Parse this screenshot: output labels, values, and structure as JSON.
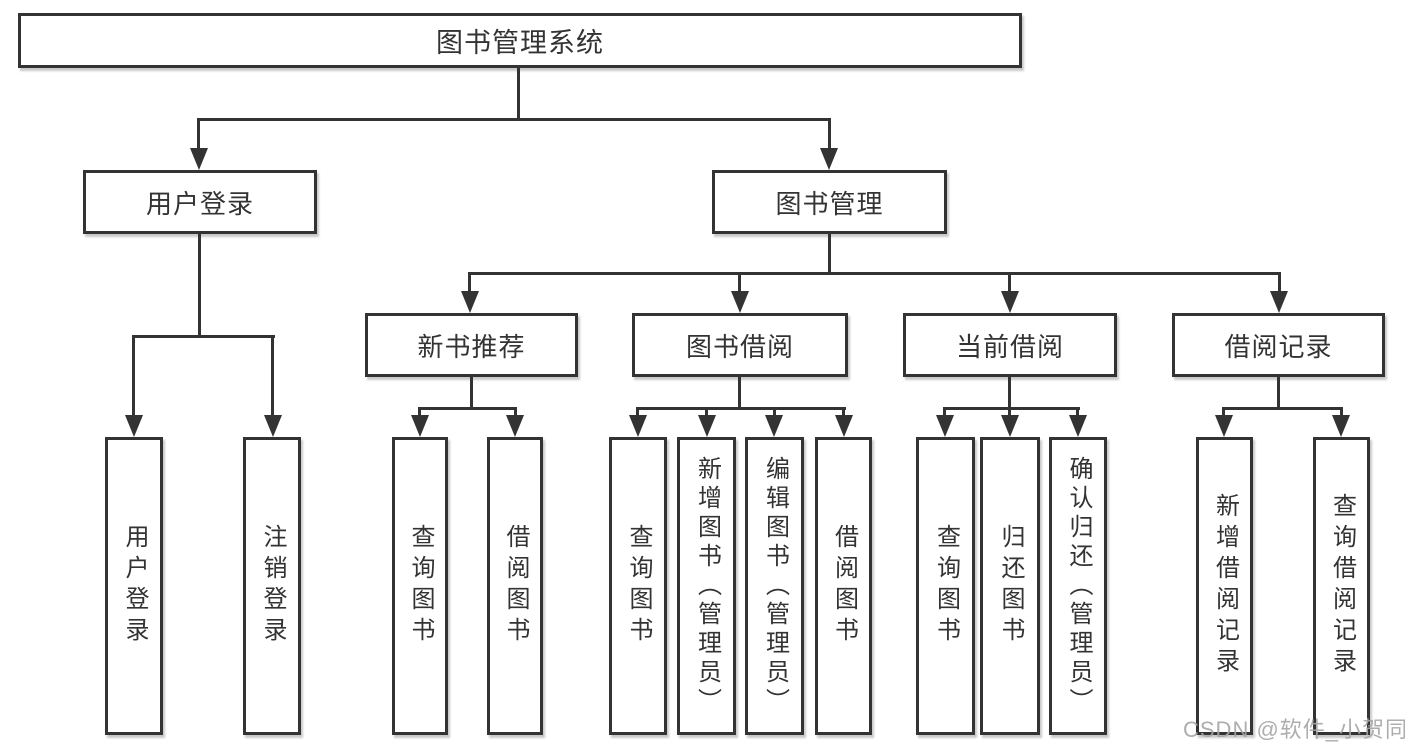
{
  "diagram": {
    "type": "tree",
    "tree": {
      "label": "图书管理系统",
      "children": [
        {
          "label": "用户登录",
          "children": [
            {
              "label": "用户登录"
            },
            {
              "label": "注销登录"
            }
          ]
        },
        {
          "label": "图书管理",
          "children": [
            {
              "label": "新书推荐",
              "children": [
                {
                  "label": "查询图书"
                },
                {
                  "label": "借阅图书"
                }
              ]
            },
            {
              "label": "图书借阅",
              "children": [
                {
                  "label": "查询图书"
                },
                {
                  "label": "新增图书（管理员）"
                },
                {
                  "label": "编辑图书（管理员）"
                },
                {
                  "label": "借阅图书"
                }
              ]
            },
            {
              "label": "当前借阅",
              "children": [
                {
                  "label": "查询图书"
                },
                {
                  "label": "归还图书"
                },
                {
                  "label": "确认归还（管理员）"
                }
              ]
            },
            {
              "label": "借阅记录",
              "children": [
                {
                  "label": "新增借阅记录"
                },
                {
                  "label": "查询借阅记录"
                }
              ]
            }
          ]
        }
      ]
    },
    "colors": {
      "line": "#333333",
      "text": "#333333",
      "background": "#ffffff",
      "watermark": "#a5a5a5"
    }
  },
  "watermark": {
    "text": "CSDN @软件_小贺同学"
  }
}
